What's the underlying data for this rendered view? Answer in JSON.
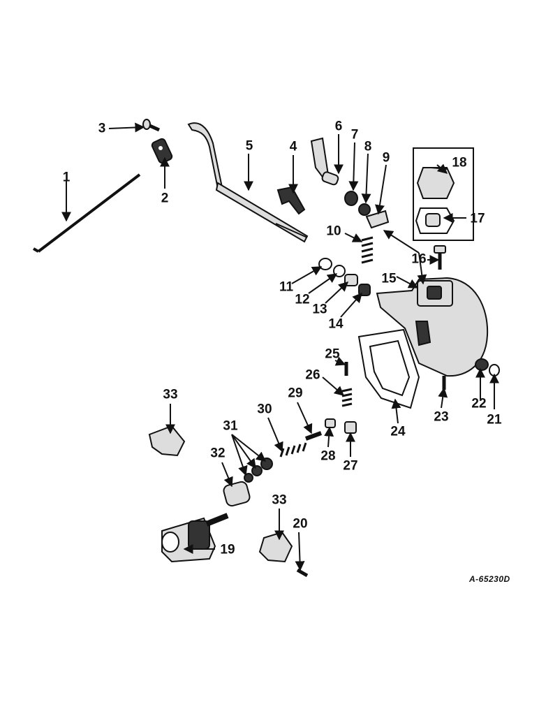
{
  "diagram": {
    "drawing_code": "A-65230D",
    "labels": {
      "p1": "1",
      "p2": "2",
      "p3": "3",
      "p4": "4",
      "p5": "5",
      "p6": "6",
      "p7": "7",
      "p8": "8",
      "p9": "9",
      "p10": "10",
      "p11": "11",
      "p12": "12",
      "p13": "13",
      "p14": "14",
      "p15": "15",
      "p16": "16",
      "p17": "17",
      "p18": "18",
      "p19": "19",
      "p20": "20",
      "p21": "21",
      "p22": "22",
      "p23": "23",
      "p24": "24",
      "p25": "25",
      "p26": "26",
      "p27": "27",
      "p28": "28",
      "p29": "29",
      "p30": "30",
      "p31": "31",
      "p32": "32",
      "p33a": "33",
      "p33b": "33"
    }
  }
}
